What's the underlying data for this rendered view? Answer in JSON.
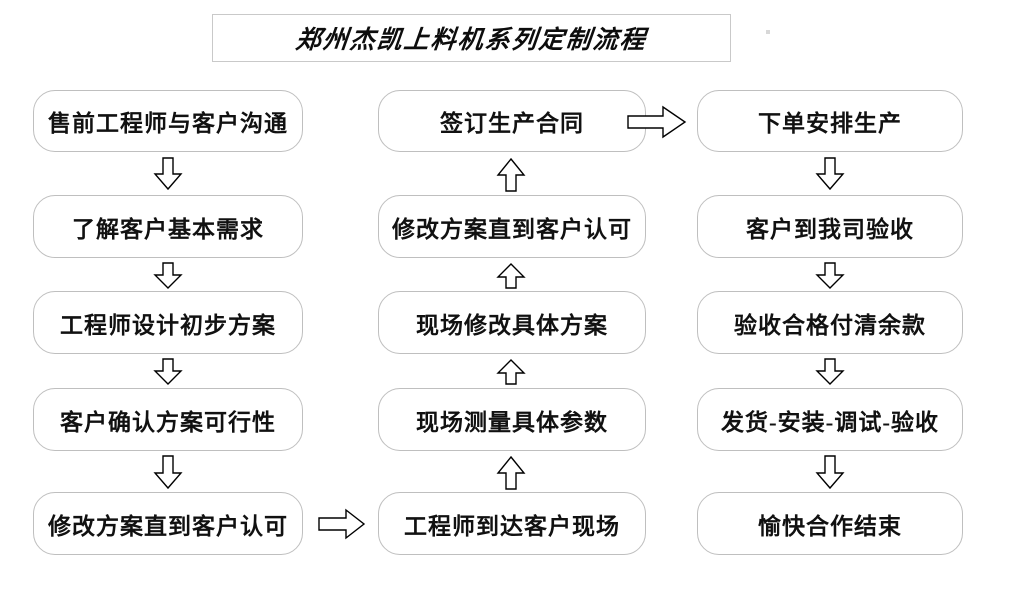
{
  "title": {
    "text": "郑州杰凯上料机系列定制流程"
  },
  "colors": {
    "box_border": "#bfbfbf",
    "title_border": "#c9c9c9",
    "text": "#111111",
    "arrow_stroke": "#000000",
    "background": "#ffffff"
  },
  "columns": [
    {
      "id": "column-1",
      "nodes": [
        {
          "id": "node-1-1",
          "label": "售前工程师与客户沟通"
        },
        {
          "id": "node-1-2",
          "label": "了解客户基本需求"
        },
        {
          "id": "node-1-3",
          "label": "工程师设计初步方案"
        },
        {
          "id": "node-1-4",
          "label": "客户确认方案可行性"
        },
        {
          "id": "node-1-5",
          "label": "修改方案直到客户认可"
        }
      ]
    },
    {
      "id": "column-2",
      "nodes": [
        {
          "id": "node-2-1",
          "label": "签订生产合同"
        },
        {
          "id": "node-2-2",
          "label": "修改方案直到客户认可"
        },
        {
          "id": "node-2-3",
          "label": "现场修改具体方案"
        },
        {
          "id": "node-2-4",
          "label": "现场测量具体参数"
        },
        {
          "id": "node-2-5",
          "label": "工程师到达客户现场"
        }
      ]
    },
    {
      "id": "column-3",
      "nodes": [
        {
          "id": "node-3-1",
          "label": "下单安排生产"
        },
        {
          "id": "node-3-2",
          "label": "客户到我司验收"
        },
        {
          "id": "node-3-3",
          "label": "验收合格付清余款"
        },
        {
          "id": "node-3-4",
          "label": "发货-安装-调试-验收"
        },
        {
          "id": "node-3-5",
          "label": "愉快合作结束"
        }
      ]
    }
  ],
  "arrows": [
    {
      "id": "arrow-c1-1-2",
      "direction": "down"
    },
    {
      "id": "arrow-c1-2-3",
      "direction": "down"
    },
    {
      "id": "arrow-c1-3-4",
      "direction": "down"
    },
    {
      "id": "arrow-c1-4-5",
      "direction": "down"
    },
    {
      "id": "arrow-c1-5-to-c2-5",
      "direction": "right"
    },
    {
      "id": "arrow-c2-5-4",
      "direction": "up"
    },
    {
      "id": "arrow-c2-4-3",
      "direction": "up"
    },
    {
      "id": "arrow-c2-3-2",
      "direction": "up"
    },
    {
      "id": "arrow-c2-2-1",
      "direction": "up"
    },
    {
      "id": "arrow-c2-1-to-c3-1",
      "direction": "right"
    },
    {
      "id": "arrow-c3-1-2",
      "direction": "down"
    },
    {
      "id": "arrow-c3-2-3",
      "direction": "down"
    },
    {
      "id": "arrow-c3-3-4",
      "direction": "down"
    },
    {
      "id": "arrow-c3-4-5",
      "direction": "down"
    }
  ]
}
